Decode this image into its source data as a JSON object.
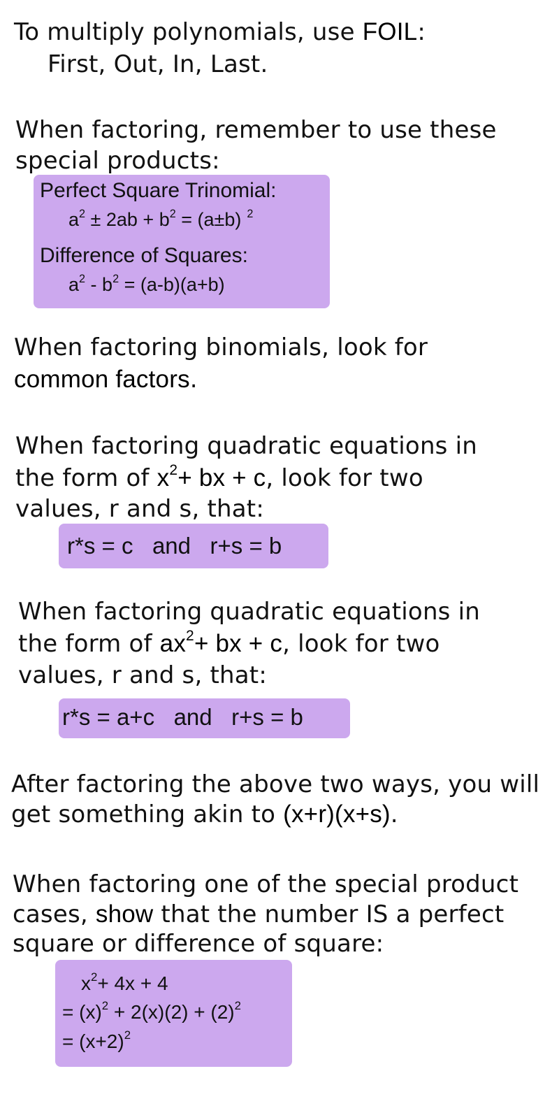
{
  "foil": {
    "line1_prefix": "To multiply polynomials, use ",
    "line1_term": "FOIL",
    "line1_suffix": ":",
    "line2": "First, Out, In, Last."
  },
  "special_products": {
    "line1": "When factoring, remember to use these",
    "line2": "special products:",
    "box": {
      "pst_title": "Perfect Square Trinomial",
      "pst_colon": ":",
      "pst_a": "a",
      "pst_exp1": "2",
      "pst_pm1": " ± ",
      "pst_mid": "2ab + b",
      "pst_exp2": "2",
      "pst_eq": " = (a",
      "pst_pm2": "±",
      "pst_end": "b)",
      "pst_exp3": "2",
      "dos_title": "Difference of Squares",
      "dos_colon": ":",
      "dos_a": "a",
      "dos_exp1": "2",
      "dos_mid": " - b",
      "dos_exp2": "2",
      "dos_end": " = (a-b)(a+b)"
    }
  },
  "binomials": {
    "line1": "When factoring binomials, look for",
    "line2_term": "common factors",
    "line2_suffix": "."
  },
  "quadratic_1": {
    "line1": "When factoring quadratic equations in",
    "line2_prefix": "the form of ",
    "line2_x": "x",
    "line2_exp": "2",
    "line2_rest": "+ bx + c",
    "line2_suffix": ", look for two",
    "line3": "values, r and s, that:",
    "box_text": "r*s = c   and   r+s = b"
  },
  "quadratic_2": {
    "line1": "When factoring quadratic equations in",
    "line2_prefix": "the form of ",
    "line2_ax": "ax",
    "line2_exp": "2",
    "line2_rest": "+ bx + c",
    "line2_suffix": ", look for two",
    "line3": "values, r and s, that:",
    "box_text": "r*s = a+c   and   r+s = b"
  },
  "after": {
    "line1": "After factoring the above two ways, you will",
    "line2_prefix": "get something akin to ",
    "line2_term": "(x+r)(x+s)",
    "line2_suffix": "."
  },
  "special_cases": {
    "line1": "When factoring one of the special product",
    "line2_prefix": "cases, ",
    "line2_term": "show",
    "line2_suffix": " that the number IS a perfect",
    "line3": "square or difference of square:",
    "ex1_x": "x",
    "ex1_exp": "2",
    "ex1_rest": "+ 4x + 4",
    "ex2_a": "= (x)",
    "ex2_exp1": "2",
    "ex2_b": " + 2(x)(2) + (2)",
    "ex2_exp2": "2",
    "ex3_a": "= (x+2)",
    "ex3_exp": "2"
  },
  "colors": {
    "box_fill": "#cca8ee",
    "text": "#111111"
  }
}
